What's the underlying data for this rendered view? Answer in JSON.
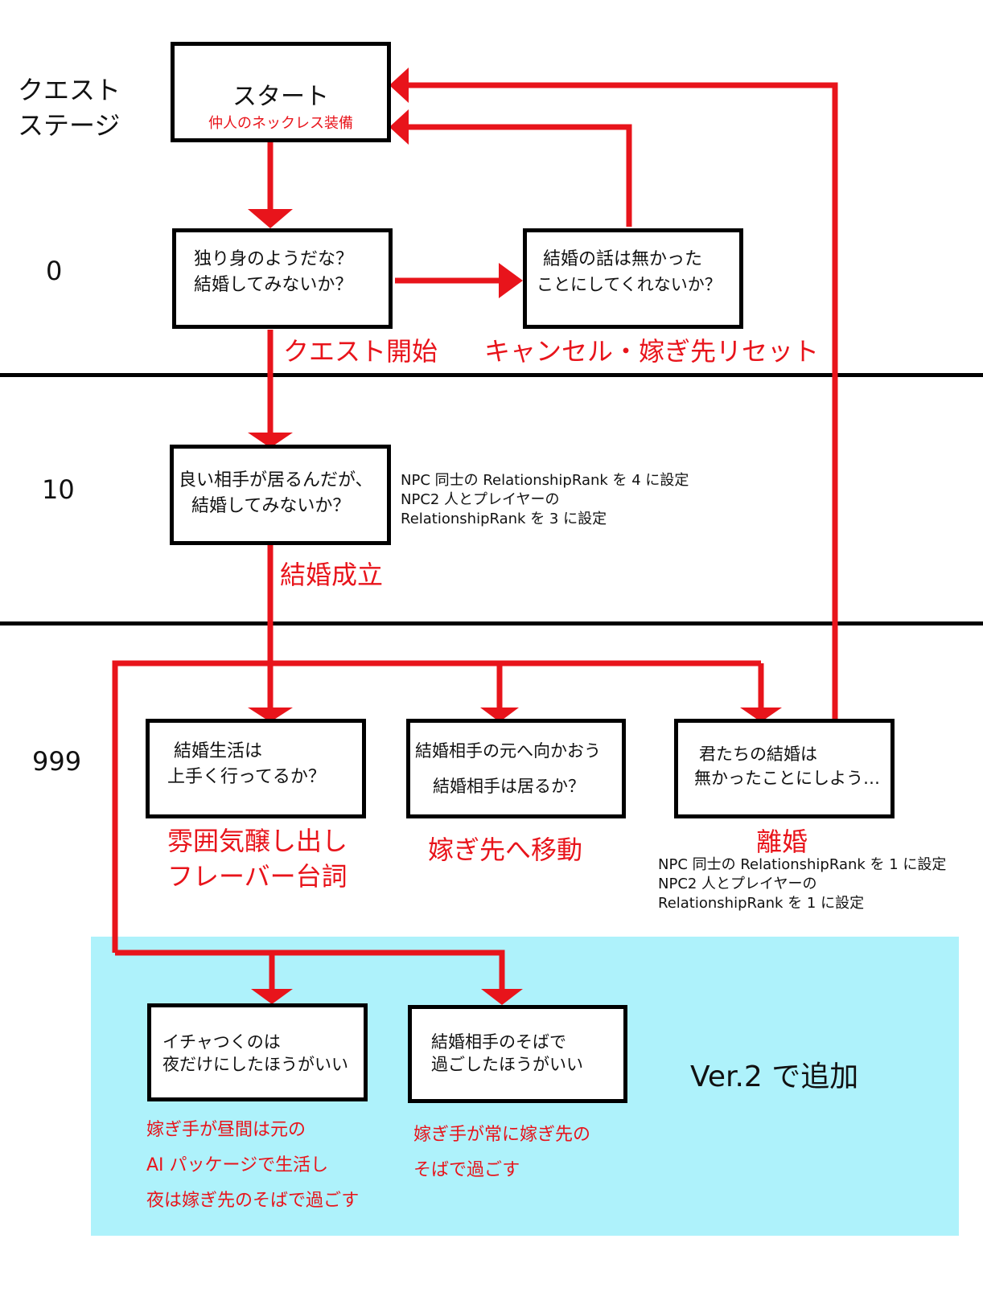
{
  "stages": {
    "header": [
      "クエスト",
      "ステージ"
    ],
    "s0": "0",
    "s10": "10",
    "s999": "999"
  },
  "boxes": {
    "start": {
      "title": "スタート",
      "subtitle": "仲人のネックレス装備"
    },
    "single": [
      "独り身のようだな？",
      "結婚してみないか？"
    ],
    "cancel": [
      "結婚の話は無かった",
      "ことにしてくれないか？"
    ],
    "good_partner": [
      "良い相手が居るんだが、",
      "結婚してみないか？"
    ],
    "married_life": [
      "結婚生活は",
      "上手く行ってるか？"
    ],
    "go_to_partner": [
      "結婚相手の元へ向かおう",
      "結婚相手は居るか？"
    ],
    "divorce": [
      "君たちの結婚は",
      "無かったことにしよう…"
    ],
    "night_only": [
      "イチャつくのは",
      "夜だけにしたほうがいい"
    ],
    "stay_near": [
      "結婚相手のそばで",
      "過ごしたほうがいい"
    ]
  },
  "labels": {
    "quest_start": "クエスト開始",
    "cancel_reset": "キャンセル・嫁ぎ先リセット",
    "marriage": "結婚成立",
    "flavor": [
      "雰囲気醸し出し",
      "フレーバー台詞"
    ],
    "move": "嫁ぎ先へ移動",
    "divorce": "離婚",
    "night_note": [
      "嫁ぎ手が昼間は元の",
      "AI パッケージで生活し",
      "夜は嫁ぎ先のそばで過ごす"
    ],
    "stay_note": [
      "嫁ぎ手が常に嫁ぎ先の",
      "そばで過ごす"
    ],
    "ver2": "Ver.2 で追加"
  },
  "notes": {
    "stage10": [
      "NPC 同士の RelationshipRank を 4 に設定",
      "NPC2 人とプレイヤーの",
      "RelationshipRank を 3 に設定"
    ],
    "divorce": [
      "NPC 同士の RelationshipRank を 1 に設定",
      "NPC2 人とプレイヤーの",
      "RelationshipRank を 1 に設定"
    ]
  },
  "colors": {
    "arrow": "#e8141b",
    "ver2_bg": "#aef2fb",
    "border": "#000000"
  }
}
